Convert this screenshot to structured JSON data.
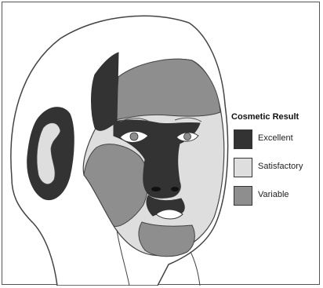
{
  "legend": {
    "title": "Cosmetic Result",
    "items": [
      {
        "label": "Excellent",
        "color": "#333333"
      },
      {
        "label": "Satisfactory",
        "color": "#dedede"
      },
      {
        "label": "Variable",
        "color": "#8e8e8e"
      }
    ]
  },
  "colors": {
    "excellent": "#333333",
    "satisfactory": "#dedede",
    "variable": "#8e8e8e",
    "outline": "#444444",
    "border": "#555555"
  }
}
